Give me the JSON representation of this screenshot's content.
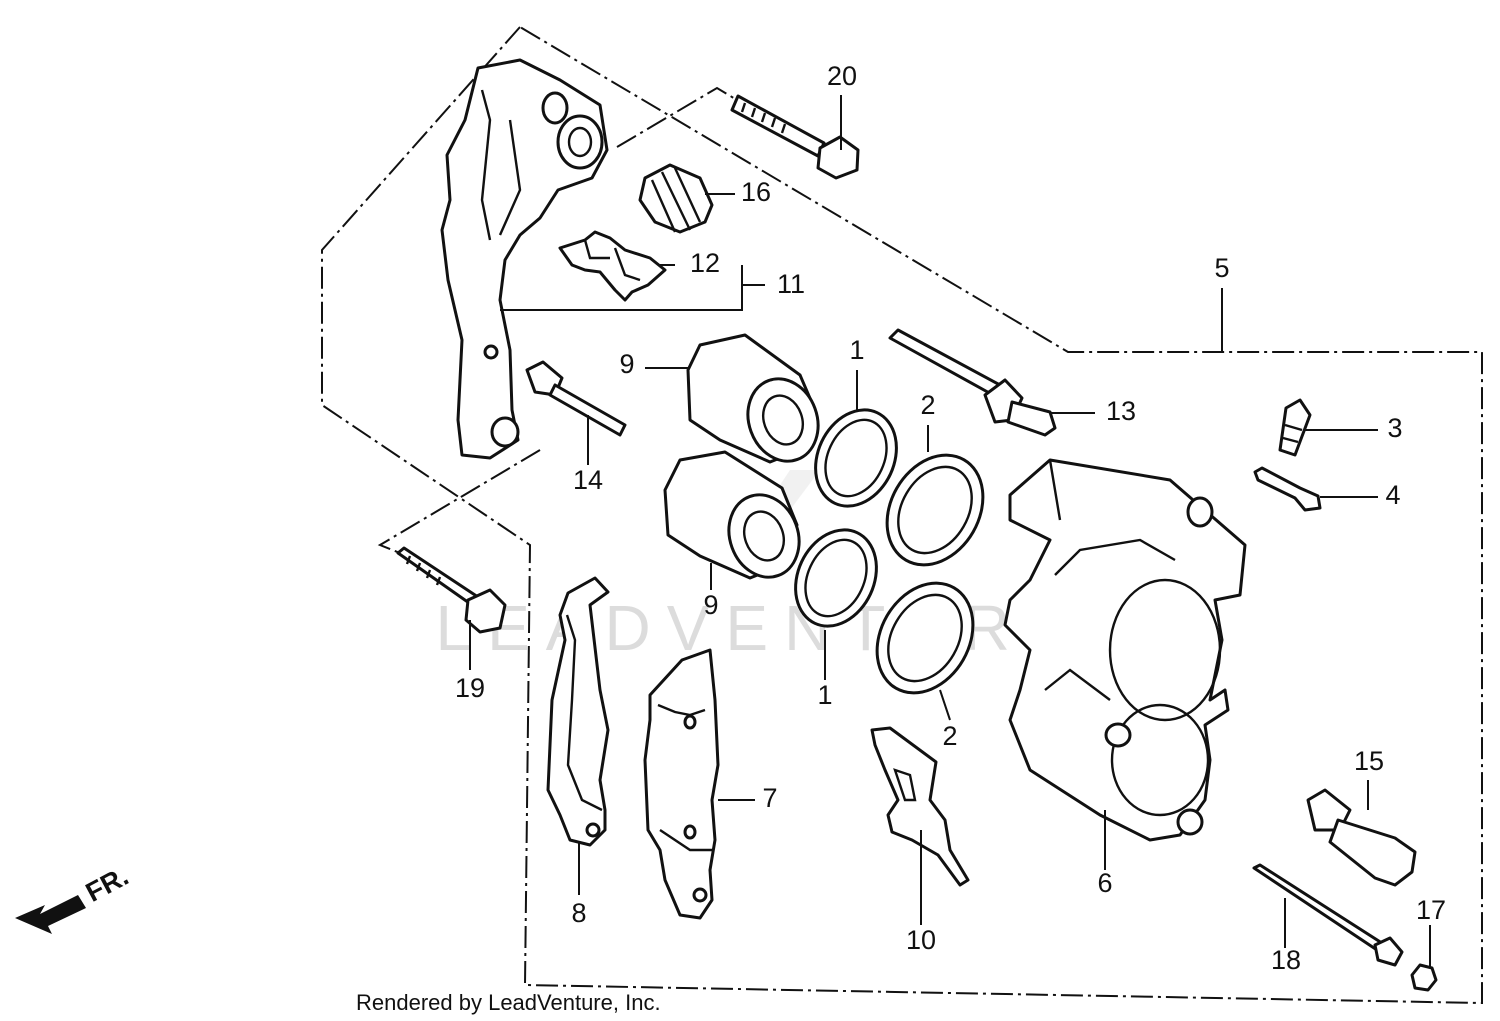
{
  "watermark": "LEADVENTURE",
  "direction_label": "FR.",
  "footer": "Rendered by LeadVenture, Inc.",
  "callouts": {
    "c1a": "1",
    "c1b": "1",
    "c2a": "2",
    "c2b": "2",
    "c3": "3",
    "c4": "4",
    "c5": "5",
    "c6": "6",
    "c7": "7",
    "c8": "8",
    "c9a": "9",
    "c9b": "9",
    "c10": "10",
    "c11": "11",
    "c12": "12",
    "c13": "13",
    "c14": "14",
    "c15": "15",
    "c16": "16",
    "c17": "17",
    "c18": "18",
    "c19": "19",
    "c20": "20"
  }
}
